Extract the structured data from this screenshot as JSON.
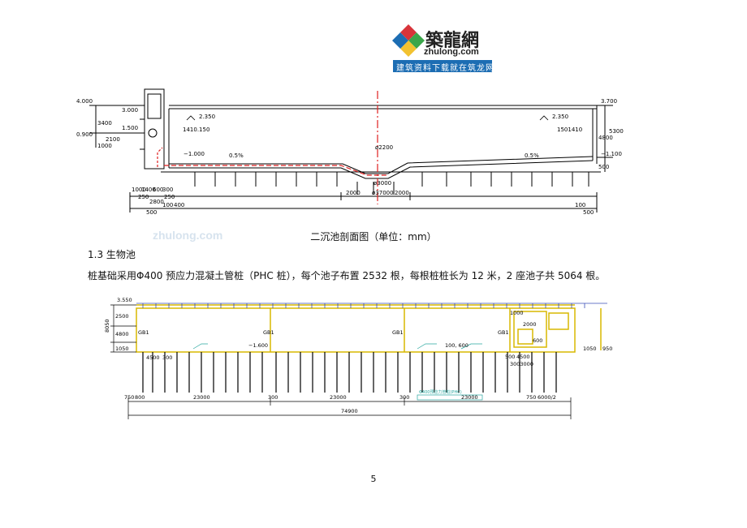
{
  "logo": {
    "name": "築龍網",
    "url": "zhulong.com",
    "slogan": "建筑资料下载就在筑龙网",
    "colors": {
      "band": "#1c6db3",
      "red": "#d8343a",
      "green": "#3aa64a",
      "yellow": "#f2c230",
      "blue": "#1c6db3"
    }
  },
  "watermark": {
    "text": "zhulong.com"
  },
  "figure1": {
    "caption": "二沉池剖面图（单位：mm）",
    "labels": {
      "el_4000": "4.000",
      "el_3000": "3.000",
      "el_1500": "1.500",
      "el_0900": "0.900",
      "el_2350_left": "2.350",
      "el_2350_right": "2.350",
      "el_m1000": "−1.000",
      "el_3700": "3.700",
      "el_m1100": "−1.100",
      "h_3400": "3400",
      "h_2100": "2100",
      "h_1000": "1000",
      "h_4800": "4800",
      "h_5300": "5300",
      "h_500": "500",
      "slope_left": "0.5%",
      "slope_right": "0.5%",
      "dim_2000_left": "2000",
      "dim_2000_right": "2000",
      "dim_37000": "ø37000",
      "dim_2200": "ø2200",
      "dim_3000": "ø3000",
      "dim_1000": "1000",
      "dim_1400": "1400",
      "dim_250": "250",
      "dim_600": "600",
      "dim_300": "300",
      "dim_250b": "250",
      "dim_2800": "2800",
      "dim_100": "100",
      "dim_400": "400",
      "dim_500_left": "500",
      "dim_500_right": "500",
      "dim_100_right": "100",
      "pipe_left": "1410.150",
      "pipe_right": "1501410"
    }
  },
  "section": {
    "heading": "1.3 生物池",
    "body": "桩基础采用Φ400 预应力混凝土管桩（PHC 桩），每个池子布置 2532 根，每根桩桩长为 12 米，2 座池子共 5064 根。"
  },
  "figure2": {
    "labels": {
      "el_3550": "3.550",
      "el_m1600": "−1.600",
      "h_8050": "8050",
      "h_2500": "2500",
      "h_4800": "4800",
      "h_1050": "1050",
      "h_1000": "1000",
      "dim_4500_left": "4500",
      "dim_300_left": "300",
      "dim_750_left": "750",
      "dim_800": "800",
      "dim_23000_a": "23000",
      "dim_300_a": "300",
      "dim_23000_b": "23000",
      "dim_300_b": "300",
      "dim_23000_c": "23000",
      "dim_750_right": "750",
      "dim_6000_2": "6000/2",
      "dim_74900": "74900",
      "dim_2000": "2000",
      "dim_500": "500",
      "dim_4500_right": "4500",
      "dim_3003000": "3003000",
      "dim_1050_right": "1050",
      "dim_950": "950",
      "dim_600": "600",
      "dim_100_600": "100, 600",
      "gb_1": "GB1",
      "gb_2": "GB1",
      "gb_3": "GB1",
      "gb_4": "GB1",
      "pile_note": "Φ400预应力管桩(PHC)"
    }
  },
  "page_number": "5"
}
